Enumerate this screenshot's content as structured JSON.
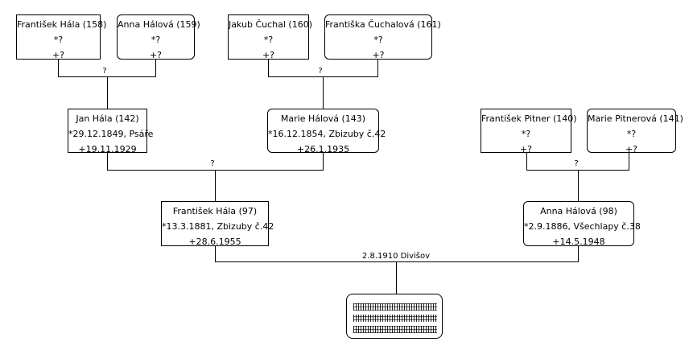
{
  "people": {
    "p158": {
      "name": "František Hála (158)",
      "birth": "*?",
      "death": "+?"
    },
    "p159": {
      "name": "Anna Hálová (159)",
      "birth": "*?",
      "death": "+?"
    },
    "p160": {
      "name": "Jakub Čuchal (160)",
      "birth": "*?",
      "death": "+?"
    },
    "p161": {
      "name": "Františka Čuchalová (161)",
      "birth": "*?",
      "death": "+?"
    },
    "p142": {
      "name": "Jan Hála (142)",
      "birth": "*29.12.1849, Psáře",
      "death": "+19.11.1929"
    },
    "p143": {
      "name": "Marie Hálová (143)",
      "birth": "*16.12.1854, Zbizuby č.42",
      "death": "+26.1.1935"
    },
    "p140": {
      "name": "František Pitner (140)",
      "birth": "*?",
      "death": "+?"
    },
    "p141": {
      "name": "Marie Pitnerová (141)",
      "birth": "*?",
      "death": "+?"
    },
    "p97": {
      "name": "František Hála (97)",
      "birth": "*13.3.1881, Zbizuby č.42",
      "death": "+28.6.1955"
    },
    "p98": {
      "name": "Anna Hálová (98)",
      "birth": "*2.9.1886, Všechlapy č.38",
      "death": "+14.5.1948"
    }
  },
  "marriages": {
    "m158_159": "?",
    "m160_161": "?",
    "m142_143": "?",
    "m140_141": "?",
    "m97_98": "2.8.1910 Divišov"
  }
}
